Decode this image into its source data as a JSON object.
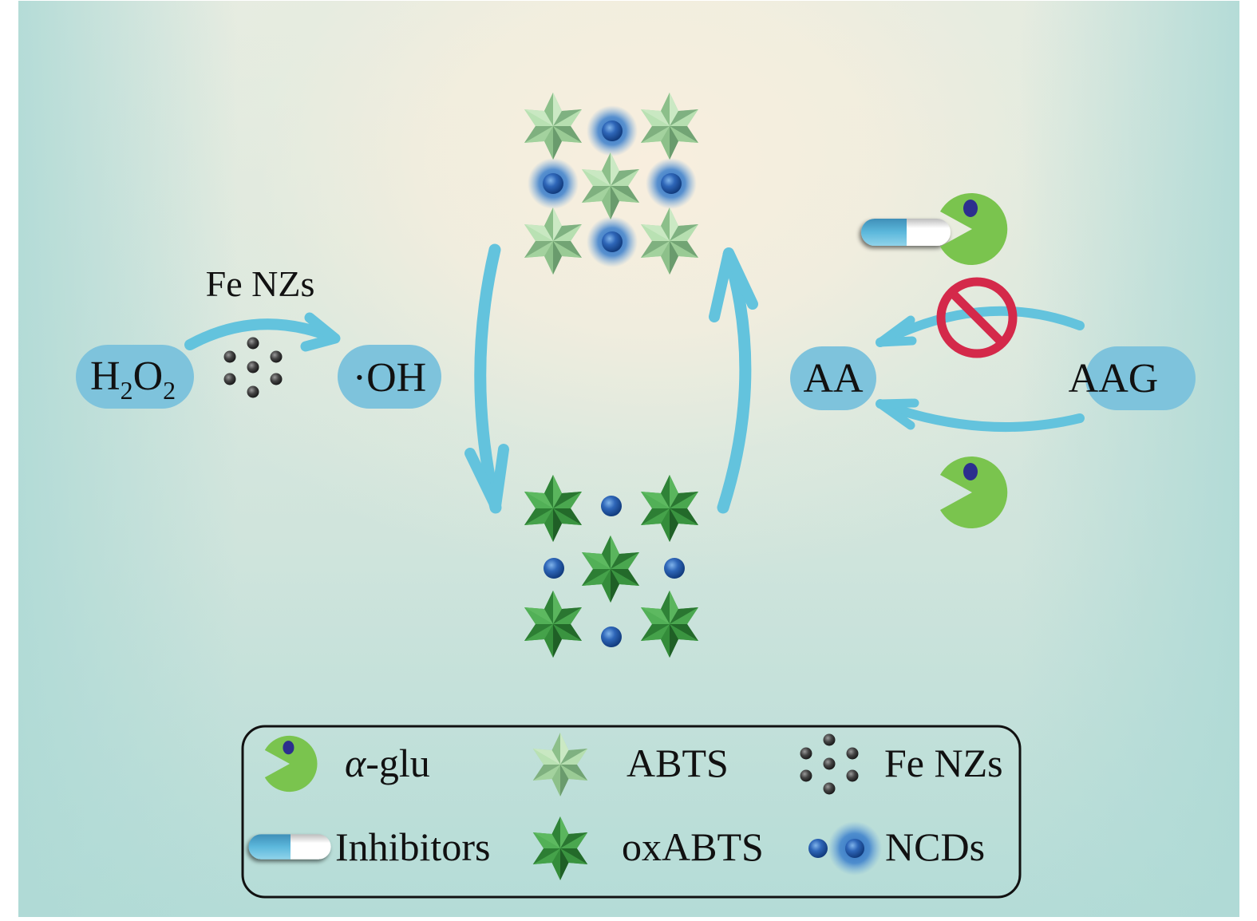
{
  "colors": {
    "pill": "#7ec3dc",
    "arrow": "#63c3dd",
    "enzyme": "#7ac44e",
    "enzyme_eye": "#2c2f8e",
    "abts_light": "#a6d6a0",
    "abts_dark": "#6fa776",
    "oxabts_light": "#45a94a",
    "oxabts_dark": "#2a7a33",
    "ncd": "#2d62b0",
    "ncd_glow": "#3b7ac8",
    "fe_dot": "#3a3a3a",
    "forbidden": "#d4294a",
    "capsule_blue": "#56b4da",
    "capsule_white": "#ffffff"
  },
  "left_reaction": {
    "catalyst_label": "Fe NZs",
    "reactant": {
      "main": "H",
      "sub1": "2",
      "mid": "O",
      "sub2": "2"
    },
    "product": "·OH",
    "catalyst_icon": "fe-nanozyme-dots-icon",
    "arrow_icon": "curved-arrow-right-icon"
  },
  "center_cycle": {
    "top_grid": {
      "star_type": "ABTS",
      "dot_type": "NCDs (glowing)"
    },
    "bottom_grid": {
      "star_type": "oxABTS",
      "dot_type": "NCDs"
    },
    "left_arrow_icon": "curved-arrow-down-icon",
    "right_arrow_icon": "curved-arrow-up-icon"
  },
  "right_reaction": {
    "product": "AA",
    "substrate": "AAG",
    "inhibited_path_icon": "forbidden-icon",
    "inhibitor_icon": "capsule-icon",
    "enzyme_icon": "pacman-enzyme-icon"
  },
  "legend": {
    "items": [
      {
        "icon": "alpha-glucosidase-icon",
        "label_italic": "α",
        "label": "-glu"
      },
      {
        "icon": "abts-star-icon",
        "label": "ABTS"
      },
      {
        "icon": "fe-nanozyme-dots-icon",
        "label": "Fe NZs"
      },
      {
        "icon": "capsule-icon",
        "label": "Inhibitors"
      },
      {
        "icon": "oxabts-star-icon",
        "label": "oxABTS"
      },
      {
        "icon": "ncd-dots-icon",
        "label": "NCDs"
      }
    ]
  }
}
